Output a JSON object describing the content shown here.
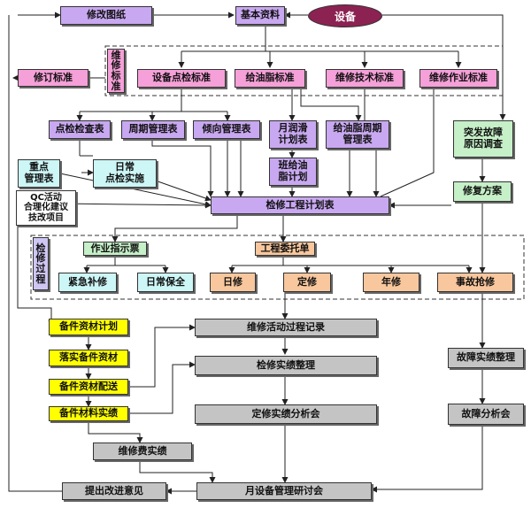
{
  "nodes": {
    "modify_drawings": "修改图纸",
    "basic_data": "基本资料",
    "equipment": "设备",
    "revise_standard": "修订标准",
    "maint_standard_label": "维\n修\n标\n准",
    "inspection_standard": "设备点检标准",
    "lubrication_standard": "给油脂标准",
    "maint_tech_standard": "维修技术标准",
    "maint_work_standard": "维修作业标准",
    "inspection_checklist": "点检检查表",
    "periodic_mgmt": "周期管理表",
    "trend_mgmt": "倾向管理表",
    "monthly_lube_plan": "月润滑\n计划表",
    "lube_cycle_mgmt": "给油脂周期\n管理表",
    "shift_lube_plan": "班给油\n脂计划",
    "sudden_failure_investigation": "突发故障\n原因调查",
    "key_mgmt": "重点\n管理表",
    "daily_inspection": "日常\n点检实施",
    "qc_activity": "QC活动\n合理化建议\n技改项目",
    "repair_plan_form": "修复方案",
    "maint_project_plan": "检修工程计划表",
    "maint_process_label": "检\n修\n过\n程",
    "work_instruction": "作业指示票",
    "project_commission": "工程委托单",
    "emergency_repair": "紧急补修",
    "routine_maintenance": "日常保全",
    "daily_repair": "日修",
    "scheduled_repair": "定修",
    "annual_repair": "年修",
    "accident_repair": "事故抢修",
    "spare_parts_plan": "备件资材计划",
    "implement_spare_parts": "落实备件资材",
    "spare_parts_delivery": "备件资材配送",
    "spare_parts_actual": "备件材料实绩",
    "maint_activity_record": "维修活动过程记录",
    "maint_result_organize": "检修实绩整理",
    "scheduled_repair_analysis": "定修实绩分析会",
    "failure_result_organize": "故障实绩整理",
    "failure_analysis_meeting": "故障分析会",
    "maint_cost_actual": "维修费实绩",
    "improvement_suggestion": "提出改进意见",
    "monthly_equipment_meeting": "月设备管理研讨会"
  },
  "colors": {
    "purple": "#c8a8f0",
    "lavender": "#cfc6f3",
    "pink": "#f5a0d8",
    "light_green": "#c6f0c8",
    "cyan": "#cdf6f6",
    "yellow": "#ffff00",
    "gray": "#c4c4c4",
    "orange": "#f8c79d",
    "equipment_ellipse": "#8b2252"
  }
}
